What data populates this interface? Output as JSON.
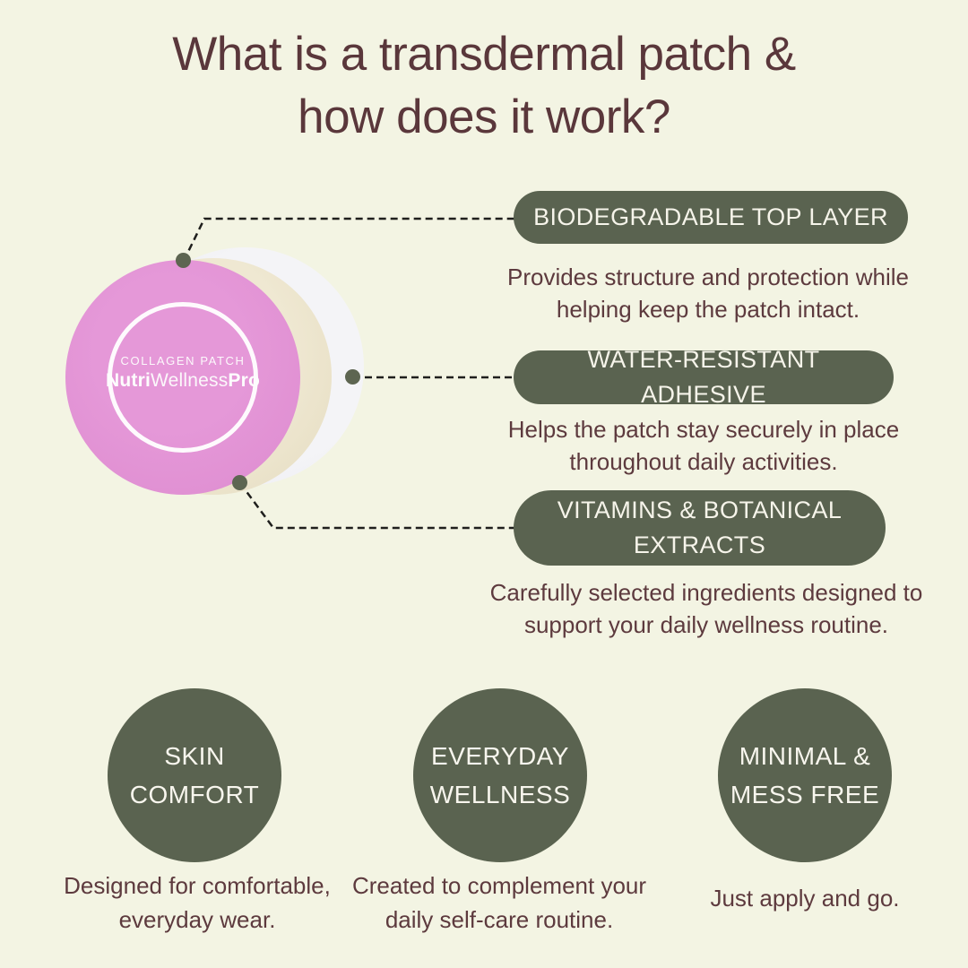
{
  "title": {
    "line1": "What is a transdermal patch &",
    "line2": "how does it work?"
  },
  "patch": {
    "subtitle": "COLLAGEN PATCH",
    "brand_bold1": "Nutri",
    "brand_regular": "Wellness",
    "brand_bold2": "Pro"
  },
  "callouts": [
    {
      "label": "BIODEGRADABLE TOP LAYER",
      "description": "Provides structure and protection while helping keep the patch intact."
    },
    {
      "label": "WATER-RESISTANT ADHESIVE",
      "description": "Helps the patch stay securely in place throughout daily activities."
    },
    {
      "label": "VITAMINS & BOTANICAL EXTRACTS",
      "description": "Carefully selected ingredients designed to support your daily wellness routine."
    }
  ],
  "benefits": [
    {
      "title_line1": "SKIN",
      "title_line2": "COMFORT",
      "description": "Designed for comfortable, everyday wear."
    },
    {
      "title_line1": "EVERYDAY",
      "title_line2": "WELLNESS",
      "description": "Created to complement your daily self-care routine."
    },
    {
      "title_line1": "MINIMAL &",
      "title_line2": "MESS FREE",
      "description": "Just apply and go."
    }
  ],
  "colors": {
    "background": "#f3f4e3",
    "text": "#5d3a3e",
    "title": "#5a373b",
    "green": "#5a6350",
    "pink": "#e092d3",
    "cream": "#ebe3ca",
    "backing_white": "#f1f1f4",
    "connector": "#1f1f1d"
  }
}
